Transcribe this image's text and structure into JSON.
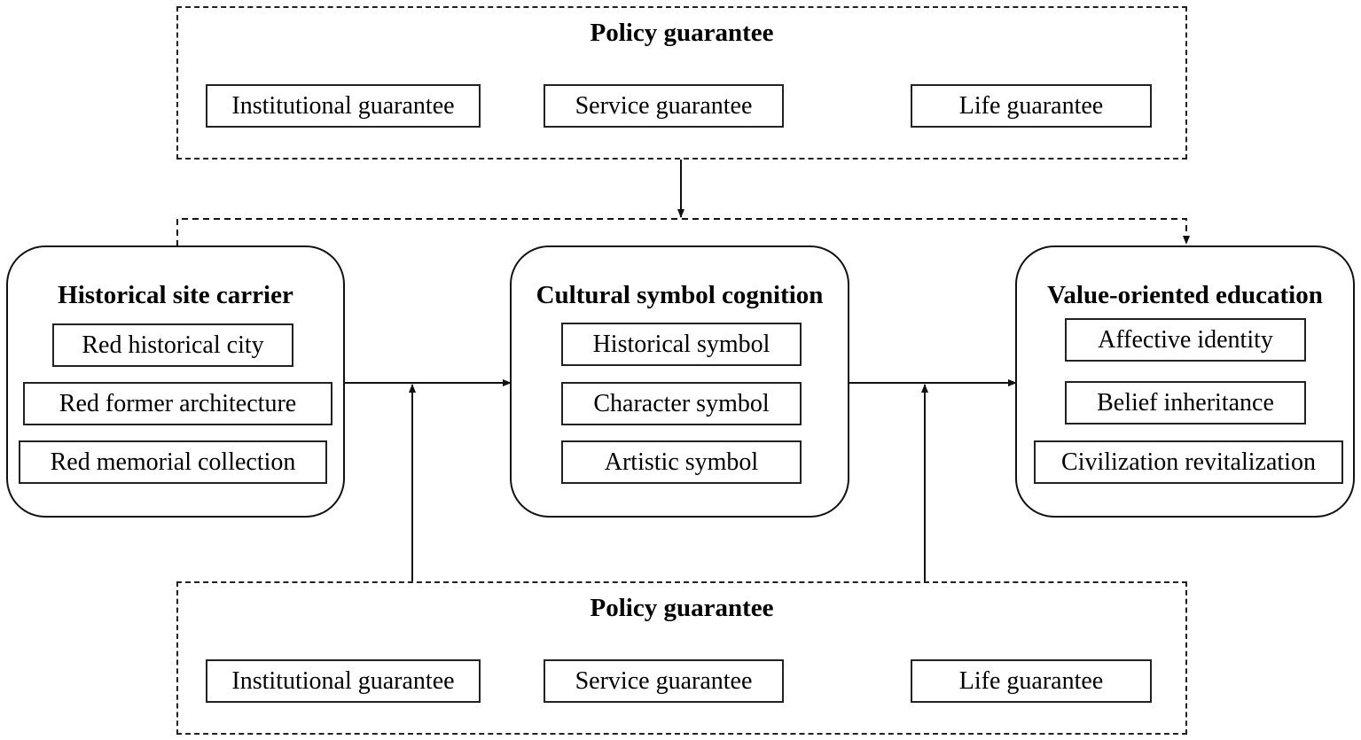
{
  "top_guarantee": {
    "title": "Policy guarantee",
    "items": [
      "Institutional guarantee",
      "Service guarantee",
      "Life guarantee"
    ]
  },
  "bottom_guarantee": {
    "title": "Policy guarantee",
    "items": [
      "Institutional guarantee",
      "Service guarantee",
      "Life guarantee"
    ]
  },
  "stages": [
    {
      "title": "Historical site carrier",
      "items": [
        "Red historical city",
        "Red former architecture",
        "Red memorial collection"
      ]
    },
    {
      "title": "Cultural symbol cognition",
      "items": [
        "Historical symbol",
        "Character symbol",
        "Artistic symbol"
      ]
    },
    {
      "title": "Value-oriented education",
      "items": [
        "Affective identity",
        "Belief inheritance",
        "Civilization revitalization"
      ]
    }
  ]
}
